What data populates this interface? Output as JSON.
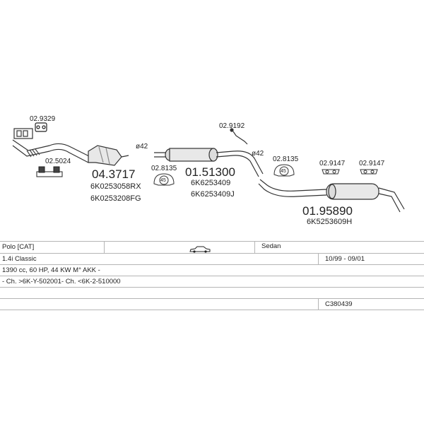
{
  "parts": {
    "gasket_top": "02.9329",
    "front_bracket": "02.5024",
    "front_pipe": "04.3717",
    "front_pipe_oe1": "6K0253058RX",
    "front_pipe_oe2": "6K0253208FG",
    "clamp_a": "02.8135",
    "clamp_a_size": "45",
    "dia1": "ø42",
    "middle": "01.51300",
    "middle_oe1": "6K6253409",
    "middle_oe2": "6K6253409J",
    "hanger_top": "02.9192",
    "dia2": "ø42",
    "clamp_b": "02.8135",
    "clamp_b_size": "45",
    "rubber_1": "02.9147",
    "rubber_2": "02.9147",
    "rear": "01.95890",
    "rear_oe": "6K5253609H"
  },
  "table": {
    "model": "Polo  [CAT]",
    "body": "Sedan",
    "version": "1.4i Classic",
    "years": "10/99 - 09/01",
    "engine": "1390 cc, 60 HP, 44 KW M° AKK -",
    "chassis": "- Ch. >6K-Y-502001- Ch. <6K-2-510000",
    "code": "C380439"
  },
  "icons": {
    "body_icon": "sedan-car-icon"
  }
}
